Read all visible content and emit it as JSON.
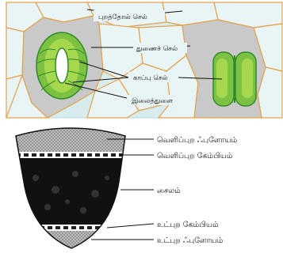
{
  "stomata_diagram": {
    "labels": {
      "epidermal_cell": "புறத்தோல் செல்",
      "subsidiary_cell": "துணைச் செல்",
      "guard_cell": "காப்பு செல்",
      "stomatal_pore": "இலைத்துளை"
    }
  },
  "root_section_diagram": {
    "labels": {
      "outer_phloem": "வெளிப்புற ஃபுளோயம்",
      "outer_cambium": "வெளிப்புற கேம்பியம்",
      "xylem": "சைலம்",
      "inner_cambium": "உட்புற கேம்பியம்",
      "inner_phloem": "உட்புற ஃபுளோயம்"
    }
  },
  "colors": {
    "panel_background": "#d8ecee",
    "epidermal_cell_fill": "#e9f4f5",
    "subsidiary_cell_fill": "#c9c9c9",
    "cell_wall": "#e3a24a",
    "guard_cell_green": "#7cc142",
    "guard_cell_dark": "#2f8a2a",
    "xylem_fill": "#111111",
    "phloem_fill": "#9a9a9a",
    "cambium_fill": "#ffffff"
  }
}
